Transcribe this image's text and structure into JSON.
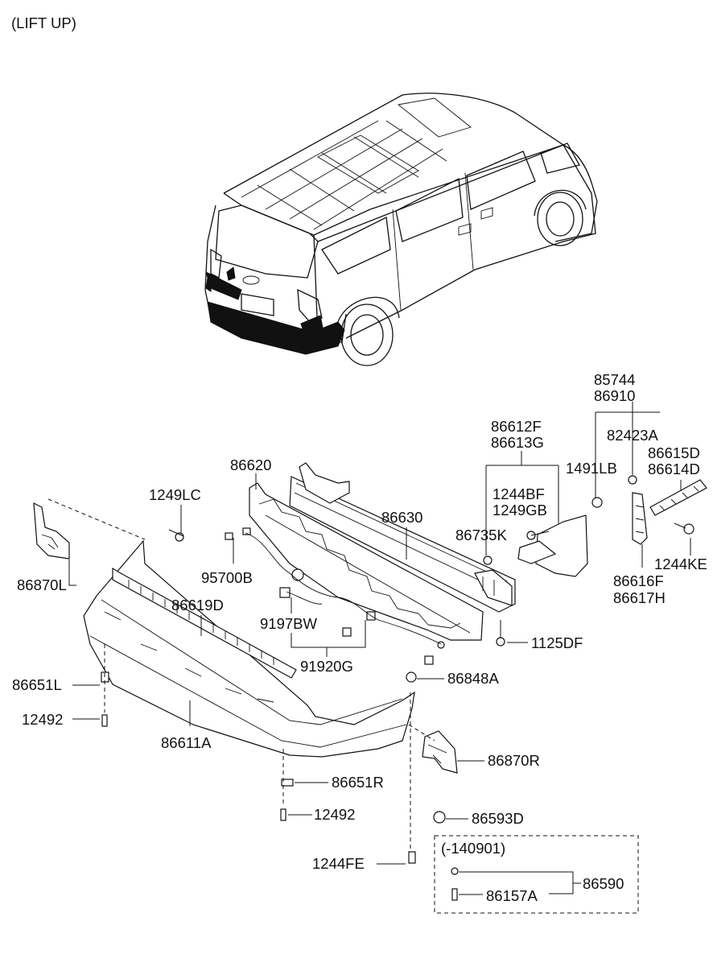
{
  "header": {
    "title": "(LIFT UP)"
  },
  "labels": {
    "p85744": "85744",
    "p86910": "86910",
    "p82423A": "82423A",
    "p86612F": "86612F",
    "p86613G": "86613G",
    "p86615D": "86615D",
    "p86614D": "86614D",
    "p86620": "86620",
    "p1491LB": "1491LB",
    "p1249LC": "1249LC",
    "p86630": "86630",
    "p1244BF": "1244BF",
    "p1249GB": "1249GB",
    "p86735K": "86735K",
    "p1244KE": "1244KE",
    "p86870L": "86870L",
    "p95700B": "95700B",
    "p86616F": "86616F",
    "p86617H": "86617H",
    "p86619D": "86619D",
    "p9197BW": "9197BW",
    "p1125DF": "1125DF",
    "p91920G": "91920G",
    "p86651L": "86651L",
    "p86848A": "86848A",
    "p12492a": "12492",
    "p86611A": "86611A",
    "p86870R": "86870R",
    "p86651R": "86651R",
    "p12492b": "12492",
    "p86593D": "86593D",
    "p1244FE": "1244FE",
    "p140901": "(-140901)",
    "p86590": "86590",
    "p86157A": "86157A"
  }
}
